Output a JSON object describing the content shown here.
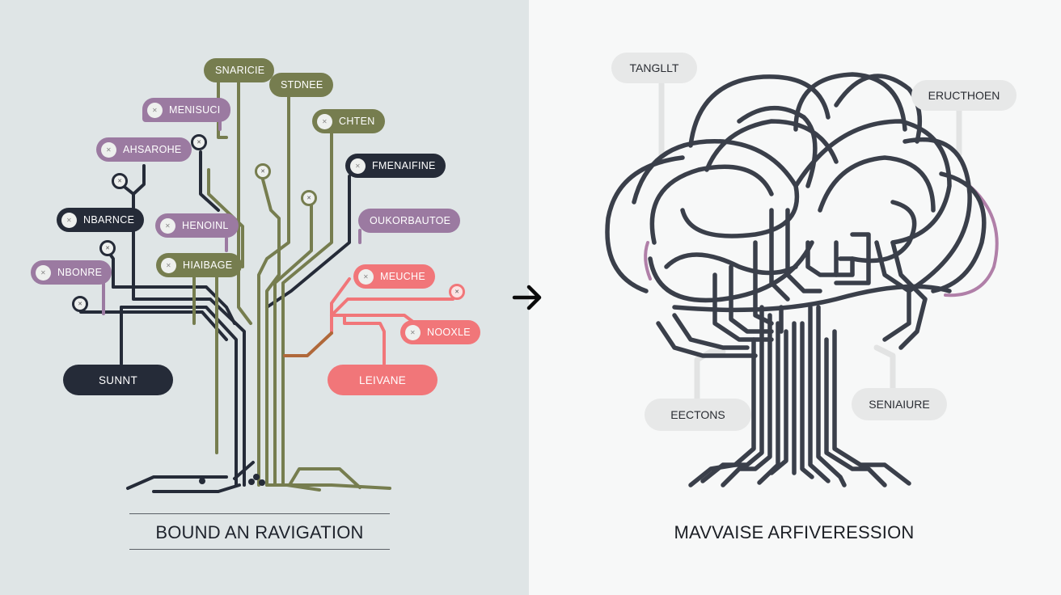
{
  "left_panel": {
    "title": "BOUND AN RAVIGATION",
    "nodes": [
      {
        "label": "SNARICIE",
        "color": "olive",
        "icon": "node-icon"
      },
      {
        "label": "STDNEE",
        "color": "olive",
        "icon": "node-icon"
      },
      {
        "label": "MENISUCI",
        "color": "purple",
        "icon": "node-icon"
      },
      {
        "label": "CHTEN",
        "color": "olive",
        "icon": "node-icon"
      },
      {
        "label": "AHSAROHE",
        "color": "purple",
        "icon": "node-icon"
      },
      {
        "label": "FMENAIFINE",
        "color": "navy",
        "icon": "node-icon"
      },
      {
        "label": "NBARNCE",
        "color": "navy",
        "icon": "node-icon"
      },
      {
        "label": "HENOINL",
        "color": "purple",
        "icon": "node-icon"
      },
      {
        "label": "OUKORBAUTOE",
        "color": "purple",
        "icon": "none"
      },
      {
        "label": "NBONRE",
        "color": "purple",
        "icon": "node-icon"
      },
      {
        "label": "HIAIBAGE",
        "color": "olive",
        "icon": "node-icon"
      },
      {
        "label": "MEUCHE",
        "color": "coral",
        "icon": "node-icon"
      },
      {
        "label": "NOOXLE",
        "color": "coral",
        "icon": "node-icon"
      }
    ],
    "terminals": [
      {
        "label": "SUNNT",
        "color": "navy"
      },
      {
        "label": "LEIVANE",
        "color": "coral"
      }
    ]
  },
  "transition": {
    "icon": "arrow-right-icon"
  },
  "right_panel": {
    "title": "MAVVAISE ARFIVERESSION",
    "labels": [
      "TANGLLT",
      "ERUCTHOEN",
      "EECTONS",
      "SENIAIURE"
    ]
  },
  "colors": {
    "olive": "#767d4f",
    "purple": "#9b7aa1",
    "navy": "#252b38",
    "coral": "#f17679",
    "brown": "#b0683a",
    "tangle": "#3a3f4a",
    "left_bg": "#dfe5e6",
    "right_bg": "#f7f8f8"
  }
}
